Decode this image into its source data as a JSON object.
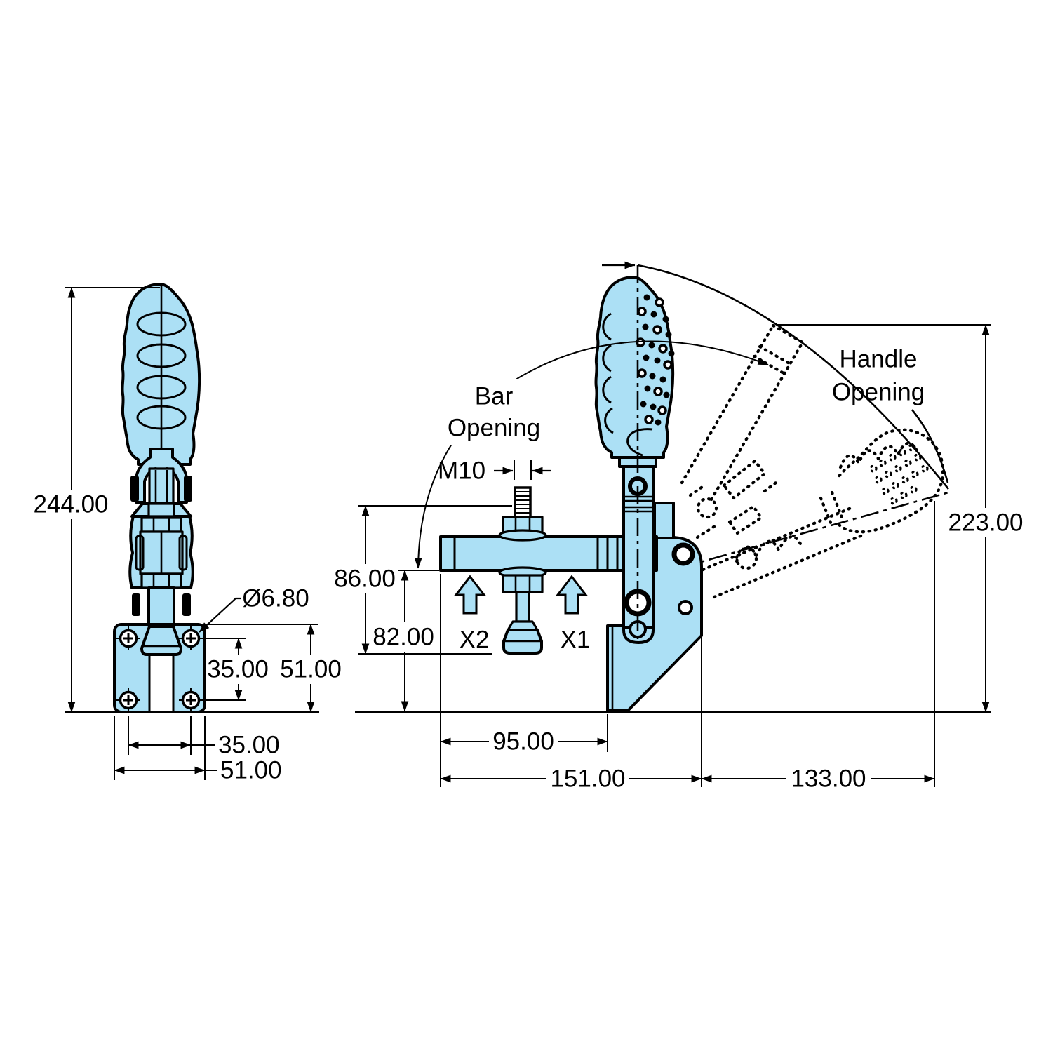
{
  "drawing": {
    "subject": "vertical toggle clamp technical dimension drawing, front view and side view with open-position phantom outline",
    "colors": {
      "part_fill": "#ace0f5",
      "line_color": "#000000",
      "background": "#ffffff"
    },
    "front_view": {
      "overall_height": "244.00",
      "mount_hole_diameter": "Ø6.80",
      "hole_pitch_vertical": "35.00",
      "base_plate_height": "51.00",
      "hole_pitch_horizontal": "35.00",
      "base_plate_width": "51.00"
    },
    "side_view": {
      "bar_opening_label_line1": "Bar",
      "bar_opening_label_line2": "Opening",
      "handle_opening_label_line1": "Handle",
      "handle_opening_label_line2": "Opening",
      "spindle_thread": "M10",
      "spindle_length": "86.00",
      "clamping_height": "82.00",
      "clamp_point_left": "X2",
      "clamp_point_right": "X1",
      "bar_reach": "95.00",
      "overall_length": "151.00",
      "handle_reach_open": "133.00",
      "open_height": "223.00"
    }
  }
}
